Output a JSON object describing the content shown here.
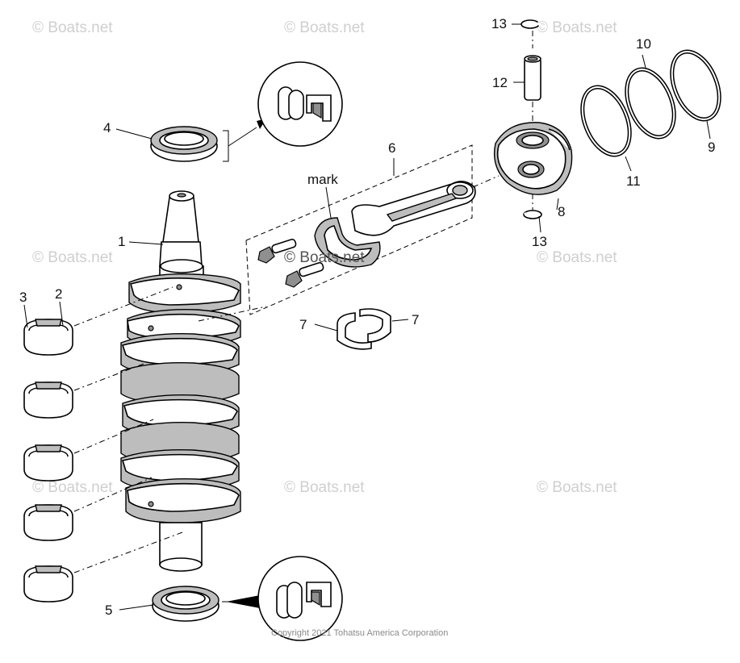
{
  "watermarks": [
    "© Boats.net",
    "© Boats.net",
    "© Boats.net",
    "© Boats.net",
    "© Boats.net",
    "© Boats.net",
    "© Boats.net",
    "© Boats.net",
    "© Boats.net"
  ],
  "center_watermark": "© Boats.net",
  "copyright": "Copyright 2021 Tohatsu America Corporation",
  "mark_label": "mark",
  "callouts": {
    "c1": "1",
    "c2": "2",
    "c3": "3",
    "c4": "4",
    "c5": "5",
    "c6": "6",
    "c7a": "7",
    "c7b": "7",
    "c8": "8",
    "c9": "9",
    "c10": "10",
    "c11": "11",
    "c12": "12",
    "c13a": "13",
    "c13b": "13"
  }
}
